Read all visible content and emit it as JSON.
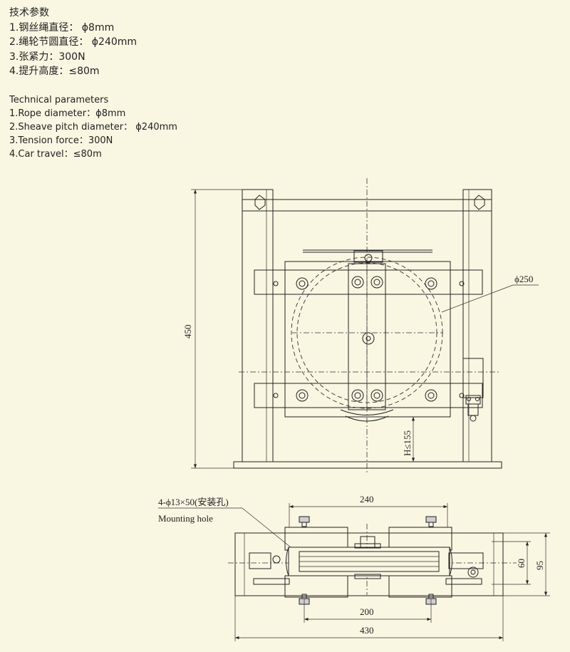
{
  "specs_cn": {
    "title": "技术参数",
    "items": [
      "1.钢丝绳直径：  ϕ8mm",
      "2.绳轮节圆直径：  ϕ240mm",
      "3.张紧力：300N",
      "4.提升高度：≤80m"
    ]
  },
  "specs_en": {
    "title": "Technical parameters",
    "items": [
      "1.Rope diameter：ϕ8mm",
      "2.Sheave pitch diameter：  ϕ240mm",
      "3.Tension force：300N",
      "4.Car travel：≤80m"
    ]
  },
  "front_view": {
    "height_dim": "450",
    "pulley_dim": "ϕ250",
    "travel_dim": "H≤155"
  },
  "top_view": {
    "hole_note": "4-ϕ13×50(安装孔)",
    "hole_note_en": "Mounting hole",
    "dim_top": "240",
    "dim_inner": "200",
    "dim_overall": "430",
    "dim_depth": "60",
    "dim_depth_total": "95"
  }
}
